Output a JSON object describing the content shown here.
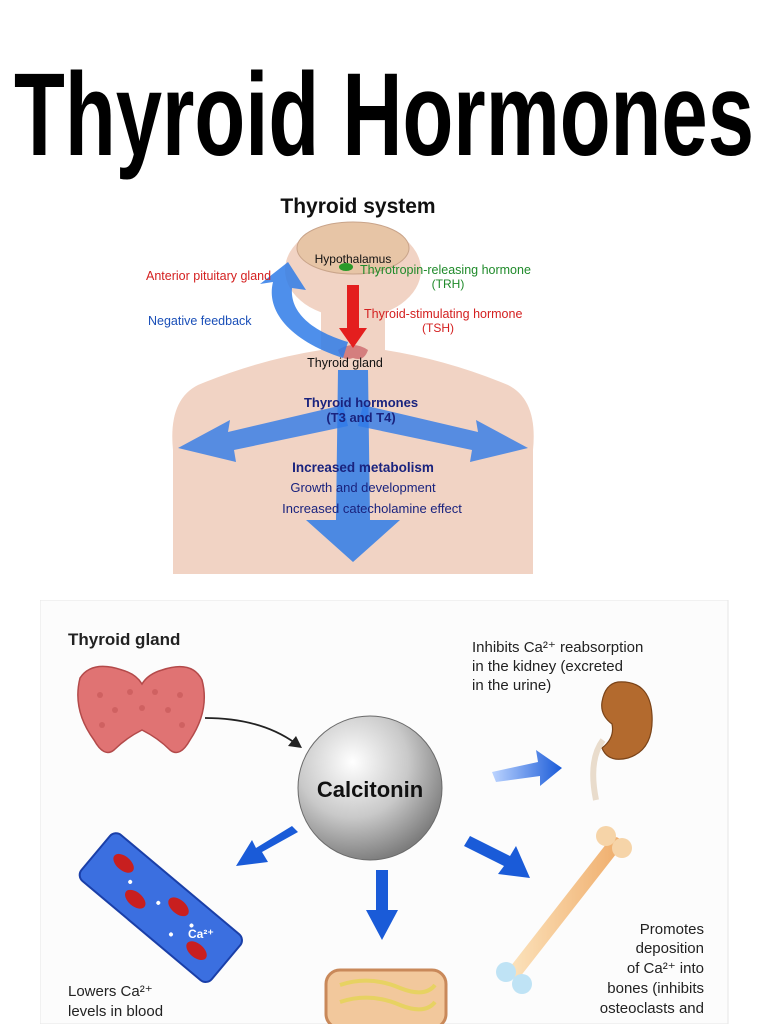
{
  "page_title": "Thyroid Hormones",
  "thyroid_system": {
    "title": "Thyroid system",
    "hypothalamus": "Hypothalamus",
    "anterior_pituitary": "Anterior pituitary gland",
    "trh_line1": "Thyrotropin-releasing hormone",
    "trh_line2": "(TRH)",
    "negative_feedback": "Negative feedback",
    "tsh_line1": "Thyroid-stimulating hormone",
    "tsh_line2": "(TSH)",
    "thyroid_gland": "Thyroid gland",
    "hormones_line1": "Thyroid hormones",
    "hormones_line2": "(T3 and T4)",
    "effects": [
      "Increased metabolism",
      "Growth and development",
      "Increased catecholamine effect"
    ]
  },
  "calcitonin": {
    "thyroid_gland": "Thyroid gland",
    "center": "Calcitonin",
    "kidney_text": [
      "Inhibits Ca²⁺ reabsorption",
      "in the kidney (excreted",
      "in the urine)"
    ],
    "blood_text": [
      "Lowers Ca²⁺",
      "levels in blood"
    ],
    "bone_text": [
      "Promotes",
      "deposition",
      "of Ca²⁺ into",
      "bones (inhibits",
      "osteoclasts and"
    ],
    "ca_label": "Ca²⁺"
  },
  "colors": {
    "body_skin": "#f1d3c4",
    "arrow_blue": "#2f7be8",
    "green_text": "#1f8a2a",
    "red_text": "#d42020",
    "navy_text": "#1a237e"
  }
}
